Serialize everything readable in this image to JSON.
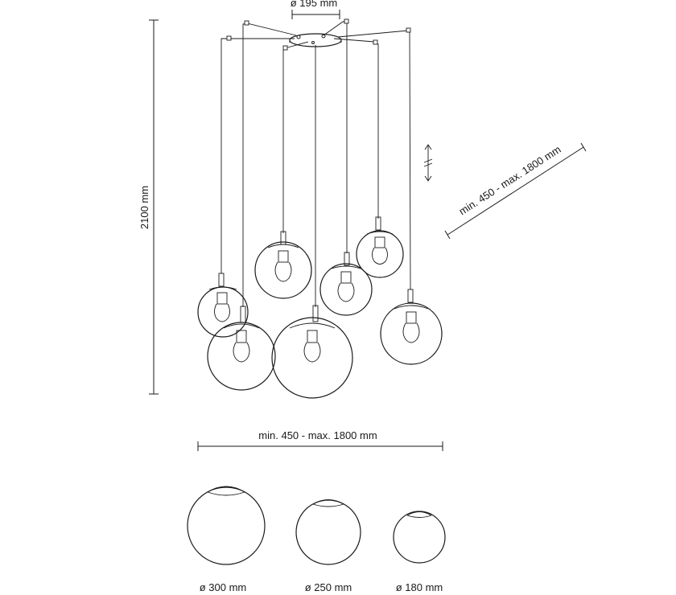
{
  "dimensions": {
    "canopy_diameter": "ø 195 mm",
    "total_height": "2100 mm",
    "cable_length_diagonal": "min. 450 - max. 1800 mm",
    "cable_length_horizontal": "min. 450 - max. 1800 mm"
  },
  "globe_sizes": [
    {
      "label": "ø 300 mm"
    },
    {
      "label": "ø 250 mm"
    },
    {
      "label": "ø 180 mm"
    }
  ],
  "colors": {
    "line": "#1a1a1a",
    "background": "#ffffff"
  }
}
